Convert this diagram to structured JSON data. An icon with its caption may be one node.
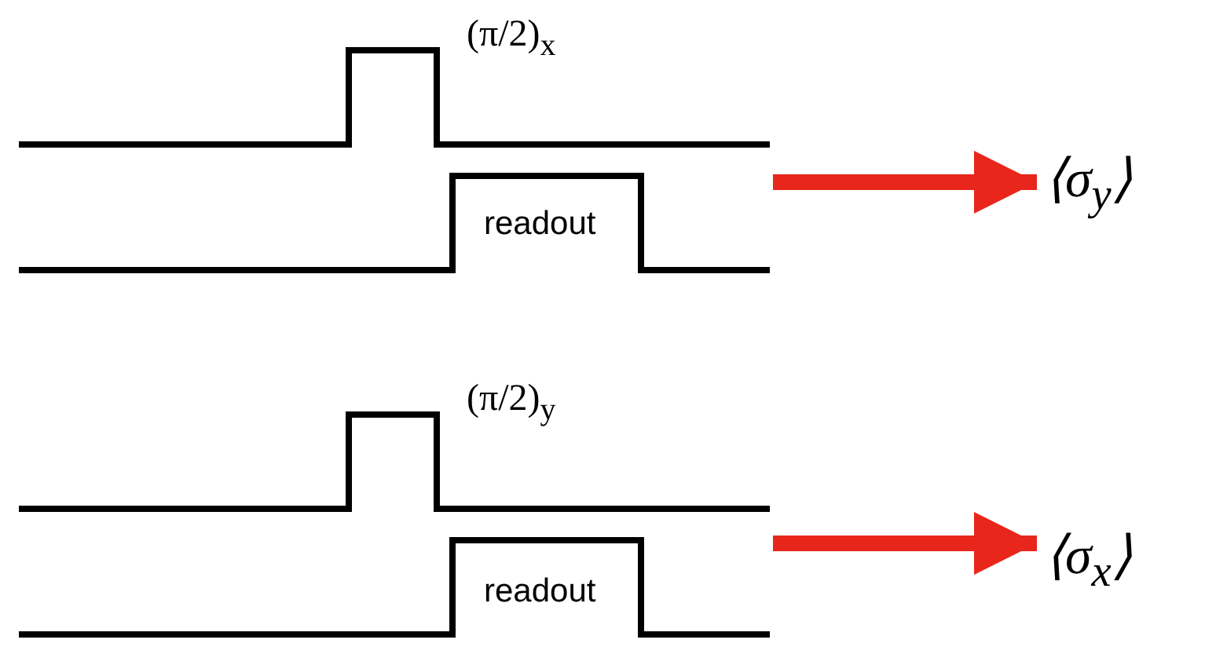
{
  "diagram": {
    "nodes": [
      {
        "text": [],
        "shape": "waveform"
      },
      {
        "text": [
          "⟨σ$_{y}$⟩"
        ]
      },
      {
        "text": [],
        "shape": "waveform"
      },
      {
        "text": [
          "⟨σ$_{x}$⟩"
        ]
      }
    ],
    "edges": [
      {
        "from": 0,
        "to": 1,
        "arrow": "to",
        "color": "#e8261b"
      },
      {
        "from": 2,
        "to": 3,
        "arrow": "to",
        "color": "#e8261b"
      }
    ],
    "labels": [
      "(π/2)$_{x}$",
      "readout",
      "(π/2)$_{y}$",
      "readout"
    ]
  }
}
